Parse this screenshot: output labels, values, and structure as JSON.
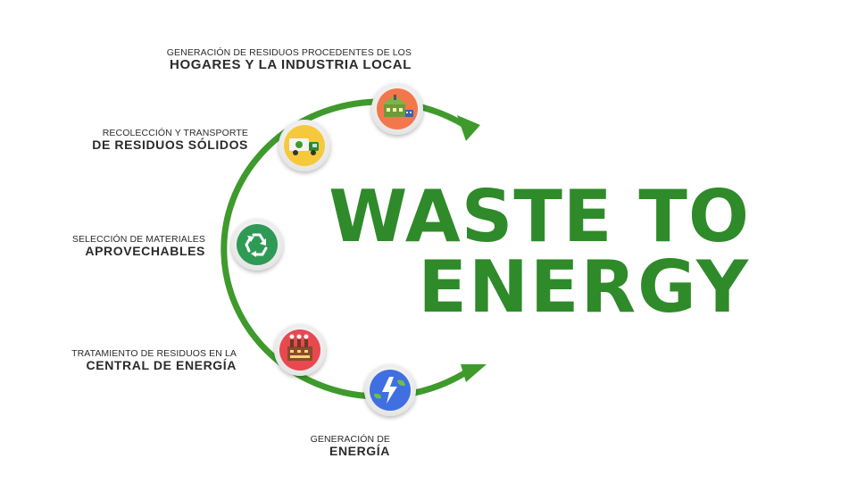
{
  "title": {
    "line1": "WASTE TO",
    "line2": "ENERGY"
  },
  "colors": {
    "arc": "#3f9a2c",
    "headline": "#2f8a2a",
    "text": "#2b2b2b"
  },
  "steps": [
    {
      "id": "hogares",
      "line1": "GENERACIÓN DE RESIDUOS PROCEDENTES DE LOS",
      "line2": "HOGARES Y LA INDUSTRIA LOCAL",
      "icon": "house-factory-icon",
      "color": "#f2774b"
    },
    {
      "id": "recoleccion",
      "line1": "RECOLECCIÓN Y TRANSPORTE",
      "line2": "DE RESIDUOS SÓLIDOS",
      "icon": "garbage-truck-icon",
      "color": "#f6c93c"
    },
    {
      "id": "seleccion",
      "line1": "SELECCIÓN DE MATERIALES",
      "line2": "APROVECHABLES",
      "icon": "recycle-icon",
      "color": "#2e9a55"
    },
    {
      "id": "tratamiento",
      "line1": "TRATAMIENTO DE RESIDUOS EN LA",
      "line2": "CENTRAL DE ENERGÍA",
      "icon": "power-plant-icon",
      "color": "#e8484f"
    },
    {
      "id": "energia",
      "line1": "GENERACIÓN DE",
      "line2": "ENERGÍA",
      "icon": "lightning-icon",
      "color": "#3f6fe0"
    }
  ]
}
